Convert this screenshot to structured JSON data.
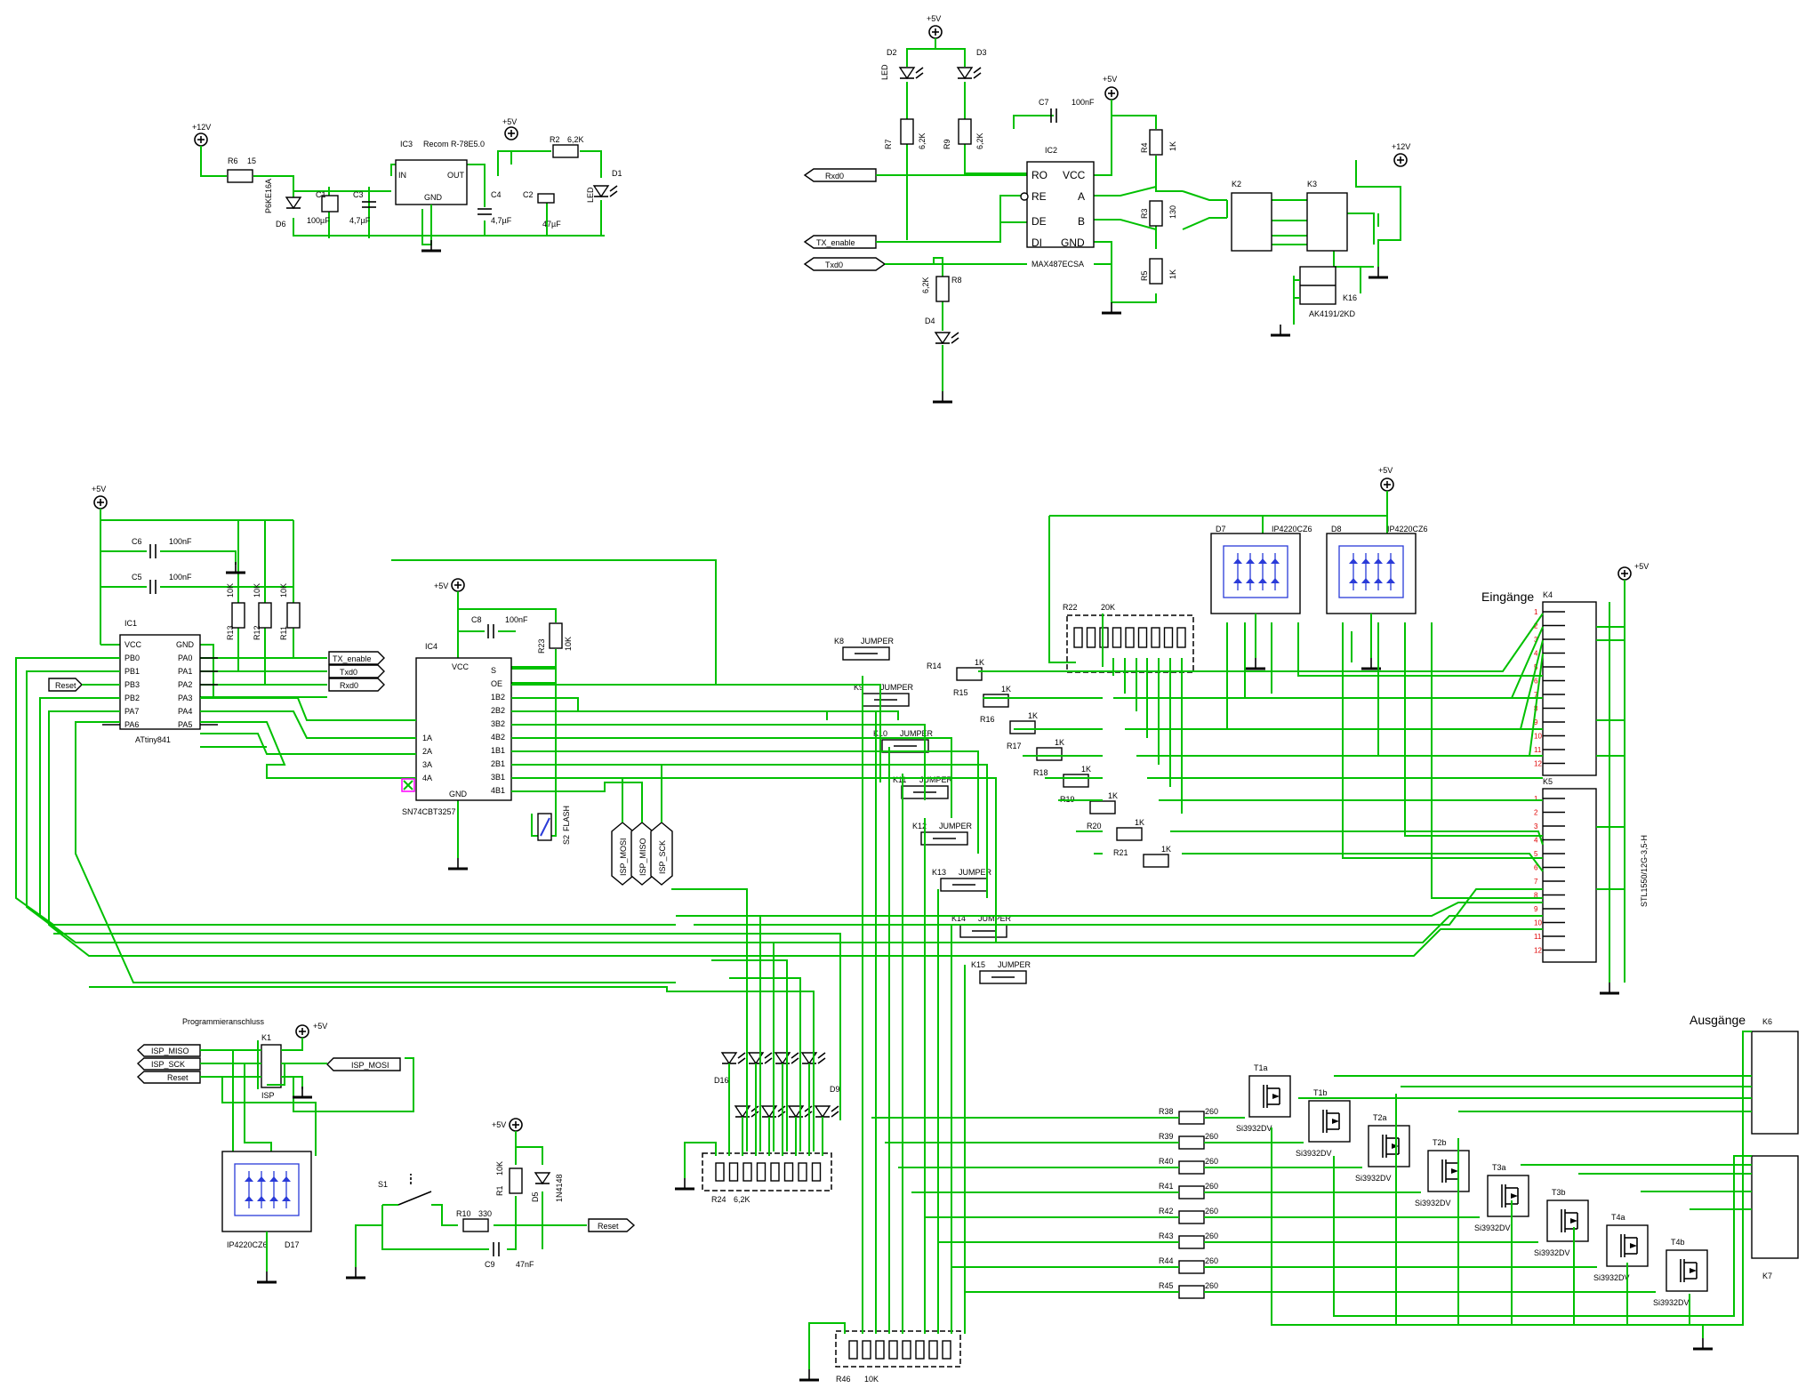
{
  "power": {
    "p12_top": "+12V",
    "p5_top": "+5V",
    "p5_d": "+5V",
    "p5_ic2": "+5V",
    "p12_k": "+12V",
    "p5_ic1": "+5V",
    "p5_ic4": "+5V",
    "p5_d78": "+5V",
    "p5_k4": "+5V",
    "p5_isp": "+5V",
    "p5_reset": "+5V"
  },
  "regulator": {
    "r6_name": "R6",
    "r6_val": "15",
    "ic3_name": "IC3",
    "ic3_val": "Recom R-78E5.0",
    "ic3_in": "IN",
    "ic3_out": "OUT",
    "ic3_gnd": "GND",
    "r2_name": "R2",
    "r2_val": "6,2K",
    "d1_name": "D1",
    "d1_val": "LED",
    "d6_name": "D6",
    "d6_val": "P6KE16A",
    "c1_name": "C1",
    "c1_val": "100µF",
    "c3_name": "C3",
    "c3_val": "4,7µF",
    "c4_name": "C4",
    "c4_val": "4,7µF",
    "c2_name": "C2",
    "c2_val": "47µF"
  },
  "rs485": {
    "d2": "D2",
    "d3": "D3",
    "d4": "D4",
    "led": "LED",
    "r7": "R7",
    "r9": "R9",
    "r8": "R8",
    "r62k": "6,2K",
    "c7": "C7",
    "c7_val": "100nF",
    "ic2_name": "IC2",
    "ic2_val": "MAX487ECSA",
    "ro": "RO",
    "re": "RE",
    "de": "DE",
    "di": "DI",
    "vcc": "VCC",
    "a": "A",
    "b": "B",
    "gnd": "GND",
    "r4": "R4",
    "r3": "R3",
    "r5": "R5",
    "r1k": "1K",
    "r130": "130",
    "k2": "K2",
    "k3": "K3",
    "k16": "K16",
    "k16_val": "AK4191/2KD",
    "rxd0": "Rxd0",
    "tx_enable": "TX_enable",
    "txd0": "Txd0"
  },
  "mcu": {
    "ic1_name": "IC1",
    "ic1_val": "ATtiny841",
    "c6": "C6",
    "c5": "C5",
    "c100n": "100nF",
    "r13": "R13",
    "r12": "R12",
    "r11": "R11",
    "r10k": "10K",
    "vcc": "VCC",
    "gnd": "GND",
    "left_pins": [
      "PB0",
      "PB1",
      "PB3",
      "PB2",
      "PA7",
      "PA6"
    ],
    "right_pins": [
      "PA0",
      "PA1",
      "PA2",
      "PA3",
      "PA4",
      "PA5"
    ],
    "tx_enable": "TX_enable",
    "txd0": "Txd0",
    "rxd0": "Rxd0",
    "reset": "Reset"
  },
  "mux": {
    "ic4_name": "IC4",
    "ic4_val": "SN74CBT3257",
    "c8": "C8",
    "c8_val": "100nF",
    "r23": "R23",
    "r23_val": "10K",
    "vcc": "VCC",
    "gnd": "GND",
    "left_pins": [
      "1A",
      "2A",
      "3A",
      "4A"
    ],
    "right_pins": [
      "S",
      "OE",
      "1B2",
      "2B2",
      "3B2",
      "4B2",
      "1B1",
      "2B1",
      "3B1",
      "4B1"
    ],
    "s2": "S2",
    "s2_val": "FLASH",
    "isp_mosi": "ISP_MOSI",
    "isp_miso": "ISP_MISO",
    "isp_sck": "ISP_SCK"
  },
  "inputs": {
    "title": "Eingänge",
    "r22": "R22",
    "r22_val": "20K",
    "d7": "D7",
    "d8": "D8",
    "d_val": "IP4220CZ6",
    "k4": "K4",
    "k5": "K5",
    "conn_val": "STL1550/12G-3,5-H",
    "jumpers": [
      "K8",
      "K9",
      "K10",
      "K11",
      "K12",
      "K13",
      "K14",
      "K15"
    ],
    "jumper_label": "JUMPER",
    "resistors": [
      "R14",
      "R15",
      "R16",
      "R17",
      "R18",
      "R19",
      "R20",
      "R21"
    ],
    "r1k": "1K"
  },
  "outputs": {
    "title": "Ausgänge",
    "k6": "K6",
    "k7": "K7",
    "resistors": [
      "R38",
      "R39",
      "R40",
      "R41",
      "R42",
      "R43",
      "R44",
      "R45"
    ],
    "r260": "260",
    "fets": [
      "T1a",
      "T1b",
      "T2a",
      "T2b",
      "T3a",
      "T3b",
      "T4a",
      "T4b"
    ],
    "fet_val": "Si3932DV",
    "r46": "R46",
    "r46_val": "10K",
    "r24": "R24",
    "r24_val": "6,2K",
    "d16": "D16",
    "d9": "D9"
  },
  "isp": {
    "title": "Programmieranschluss",
    "k1": "K1",
    "k1_val": "ISP",
    "miso": "ISP_MISO",
    "sck": "ISP_SCK",
    "reset": "Reset",
    "mosi": "ISP_MOSI",
    "d17": "D17",
    "d17_val": "IP4220CZ6"
  },
  "reset": {
    "s1": "S1",
    "r10": "R10",
    "r10_val": "330",
    "r1": "R1",
    "r1_val": "10K",
    "d5": "D5",
    "d5_val": "1N4148",
    "c9": "C9",
    "c9_val": "47nF",
    "reset": "Reset"
  }
}
